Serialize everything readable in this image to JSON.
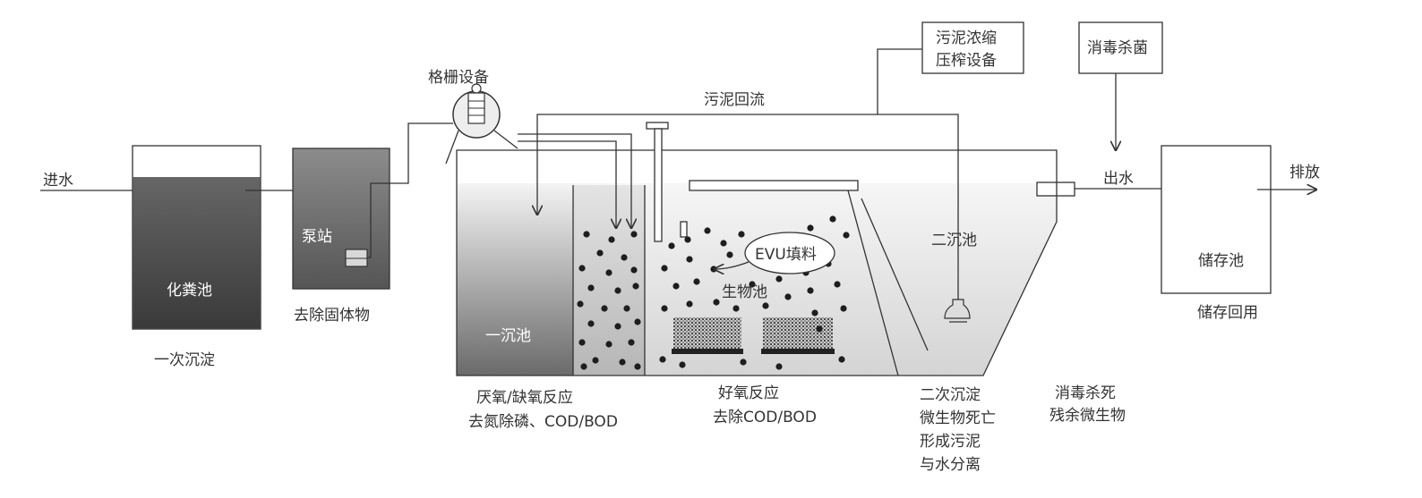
{
  "labels": {
    "inflow": "进水",
    "septic_tank": "化粪池",
    "primary_sedimentation": "一次沉淀",
    "pump_station": "泵站",
    "remove_solids": "去除固体物",
    "screen_equipment": "格栅设备",
    "sludge_return": "污泥回流",
    "sludge_box": [
      "污泥浓缩",
      "压榨设备"
    ],
    "disinfection_box": "消毒杀菌",
    "outflow": "出水",
    "discharge": "排放",
    "storage_tank": "储存池",
    "storage_reuse": "储存回用",
    "secondary_clarifier": "二沉池",
    "evu_filler": "EVU填料",
    "bio_tank": "生物池",
    "primary_clarifier": "一沉池",
    "anoxic_reaction": [
      "厌氧/缺氧反应",
      "去氮除磷、COD/BOD"
    ],
    "aerobic_reaction": [
      "好氧反应",
      "去除COD/BOD"
    ],
    "secondary_settling": [
      "二次沉淀",
      "微生物死亡",
      "形成污泥",
      "与水分离"
    ],
    "disinfection_note": [
      "消毒杀死",
      "残余微生物"
    ]
  },
  "colors": {
    "line": "#333333",
    "septic_fill": "#4a4a4a",
    "pump_fill": "#6e6e6e",
    "water_light": "#e6e6e6"
  }
}
